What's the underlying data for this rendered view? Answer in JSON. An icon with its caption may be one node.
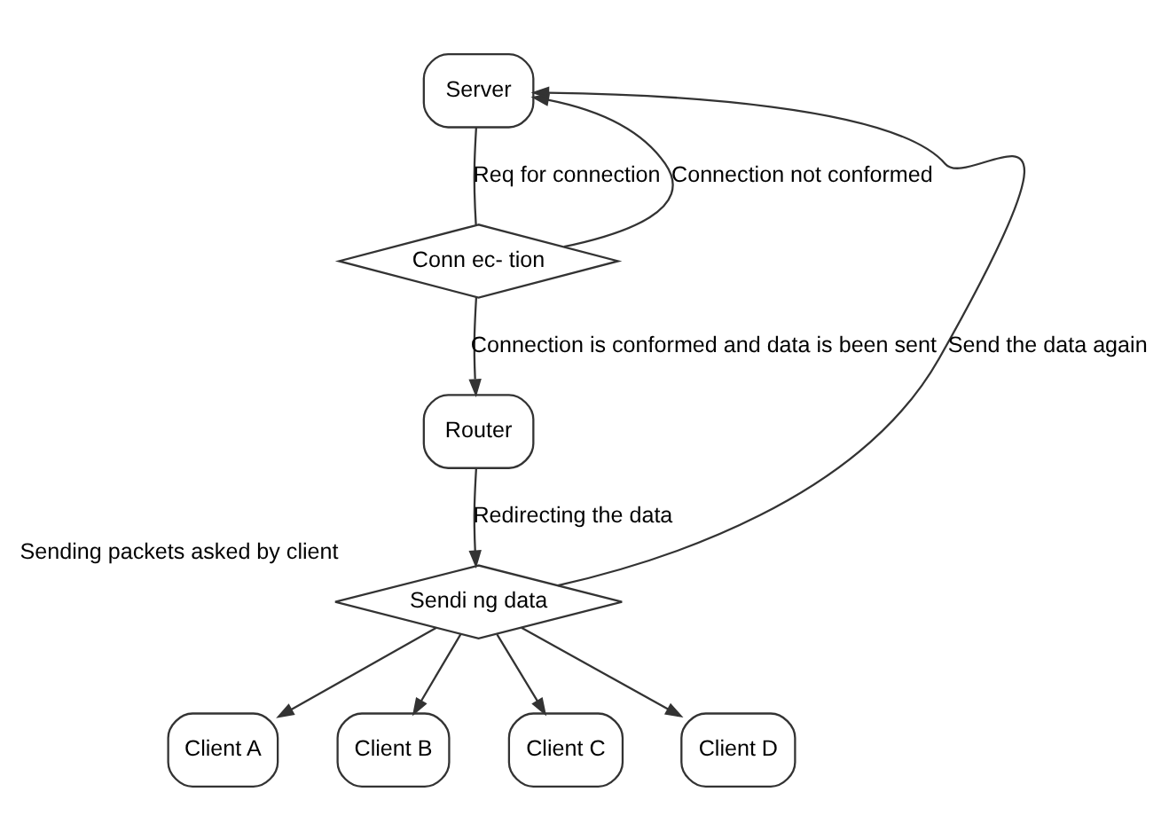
{
  "diagram": {
    "nodes": [
      {
        "text": [
          "Server"
        ]
      },
      {
        "text": [
          "Conn ec- tion"
        ]
      },
      {
        "text": [
          "Router"
        ]
      },
      {
        "text": [
          "Sendi ng data"
        ],
        "beside": [
          "Sending packets asked by client"
        ]
      },
      {
        "text": [
          "Client A"
        ]
      },
      {
        "text": [
          "Client B"
        ]
      },
      {
        "text": [
          "Client C"
        ]
      },
      {
        "text": [
          "Client D"
        ]
      }
    ],
    "edges": [
      {
        "from": 0,
        "to": 1,
        "arrow": "none",
        "label": "Req for connection"
      },
      {
        "from": 1,
        "to": 0,
        "arrow": "to",
        "label": "Connection not conformed"
      },
      {
        "from": 1,
        "to": 2,
        "arrow": "to",
        "label": "Connection is conformed and data is been sent"
      },
      {
        "from": 2,
        "to": 3,
        "arrow": "to",
        "label": "Redirecting the data"
      },
      {
        "from": 3,
        "to": 0,
        "arrow": "to",
        "label": "Send the data again"
      },
      {
        "from": 3,
        "to": 4,
        "arrow": "to"
      },
      {
        "from": 3,
        "to": 5,
        "arrow": "to"
      },
      {
        "from": 3,
        "to": 6,
        "arrow": "to"
      },
      {
        "from": 3,
        "to": 7,
        "arrow": "to"
      }
    ]
  }
}
